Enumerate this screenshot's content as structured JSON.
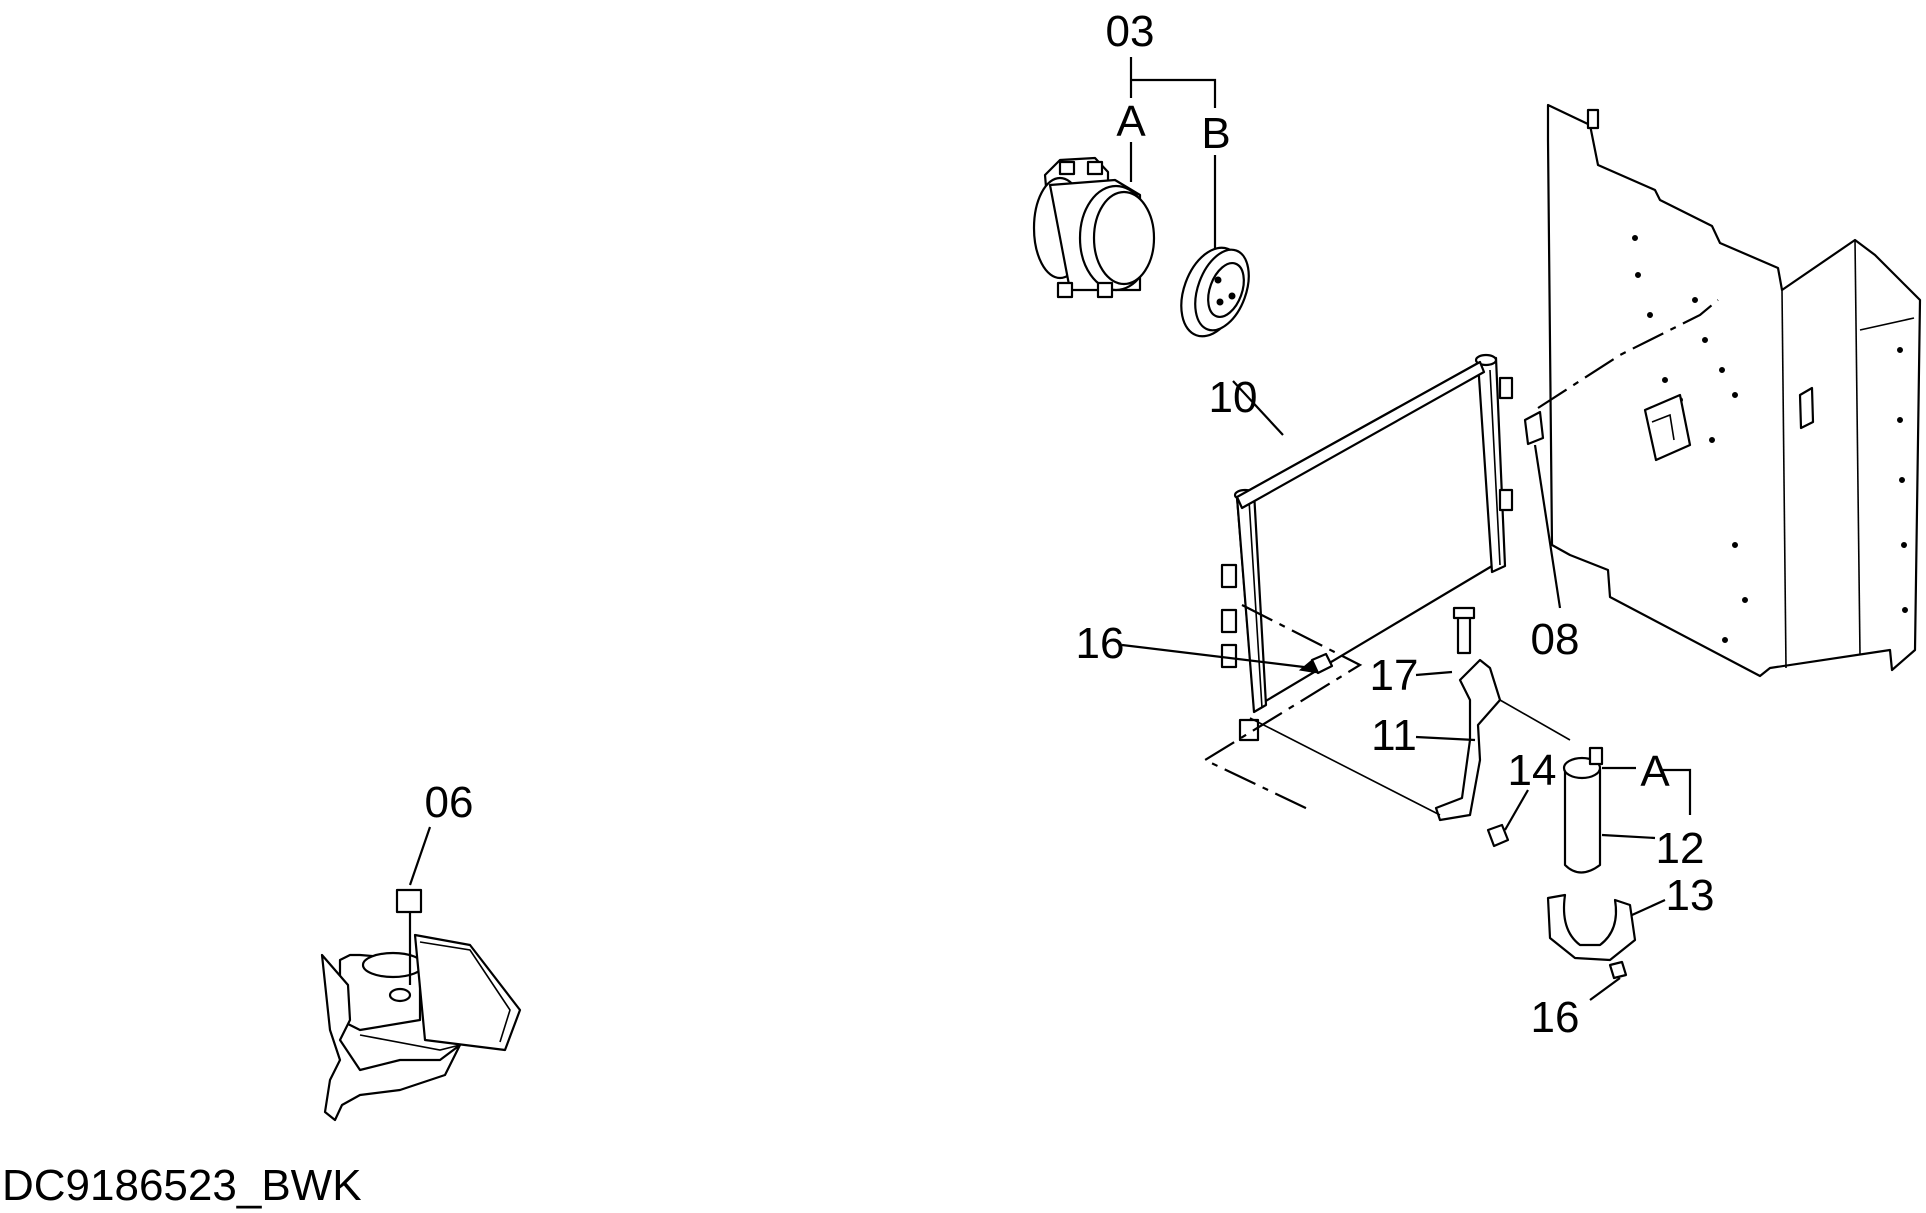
{
  "drawing": {
    "code": "DC9186523_BWK",
    "callouts": {
      "c03": "03",
      "c03a": "A",
      "c03b": "B",
      "c10": "10",
      "c16a": "16",
      "c17": "17",
      "c11": "11",
      "c14": "14",
      "c08": "08",
      "c12a": "A",
      "c12": "12",
      "c13": "13",
      "c16b": "16",
      "c06": "06"
    }
  }
}
